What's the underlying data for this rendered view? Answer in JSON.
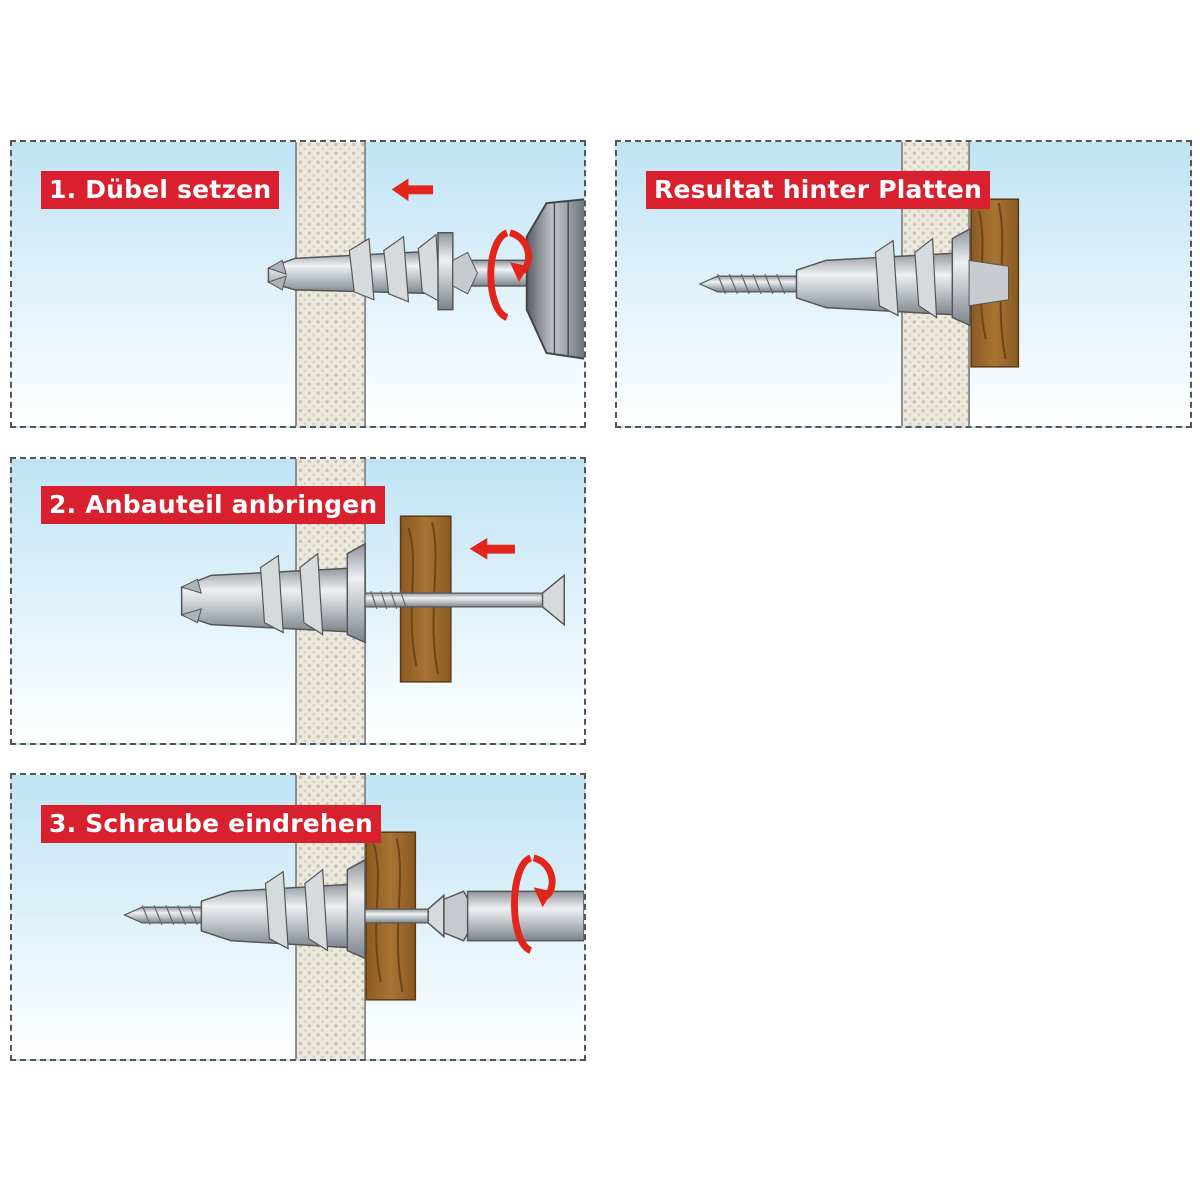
{
  "steps": [
    {
      "label": "1. Dübel setzen"
    },
    {
      "label": "2. Anbauteil anbringen"
    },
    {
      "label": "3. Schraube eindrehen"
    }
  ],
  "result": {
    "label": "Resultat hinter Platten"
  },
  "colors": {
    "label_bg": "#d8202e",
    "arrow": "#e1251b",
    "wall": "#ece8dc",
    "wood": "#9a6a2c",
    "metal": "#b9bec4",
    "sky": "#bfe3f4"
  },
  "icons": [
    "push-arrow-icon",
    "rotation-arrow-icon",
    "drill-chuck-icon",
    "wall-anchor-icon",
    "screw-icon",
    "wood-board-icon"
  ]
}
